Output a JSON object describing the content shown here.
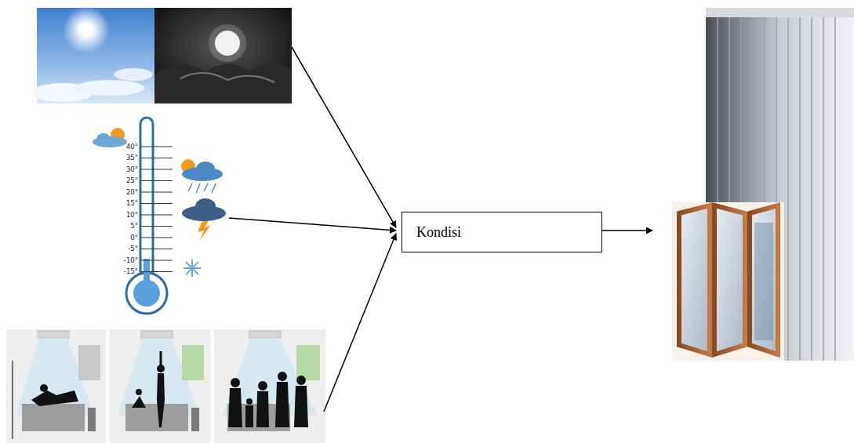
{
  "diagram": {
    "nodes": [
      {
        "text": [
          "Kondisi"
        ]
      }
    ],
    "labels": [
      "40°",
      "35°",
      "30°",
      "25°",
      "20°",
      "15°",
      "10°",
      "5°",
      "0°",
      "-5°",
      "-10°",
      "-15°"
    ]
  }
}
